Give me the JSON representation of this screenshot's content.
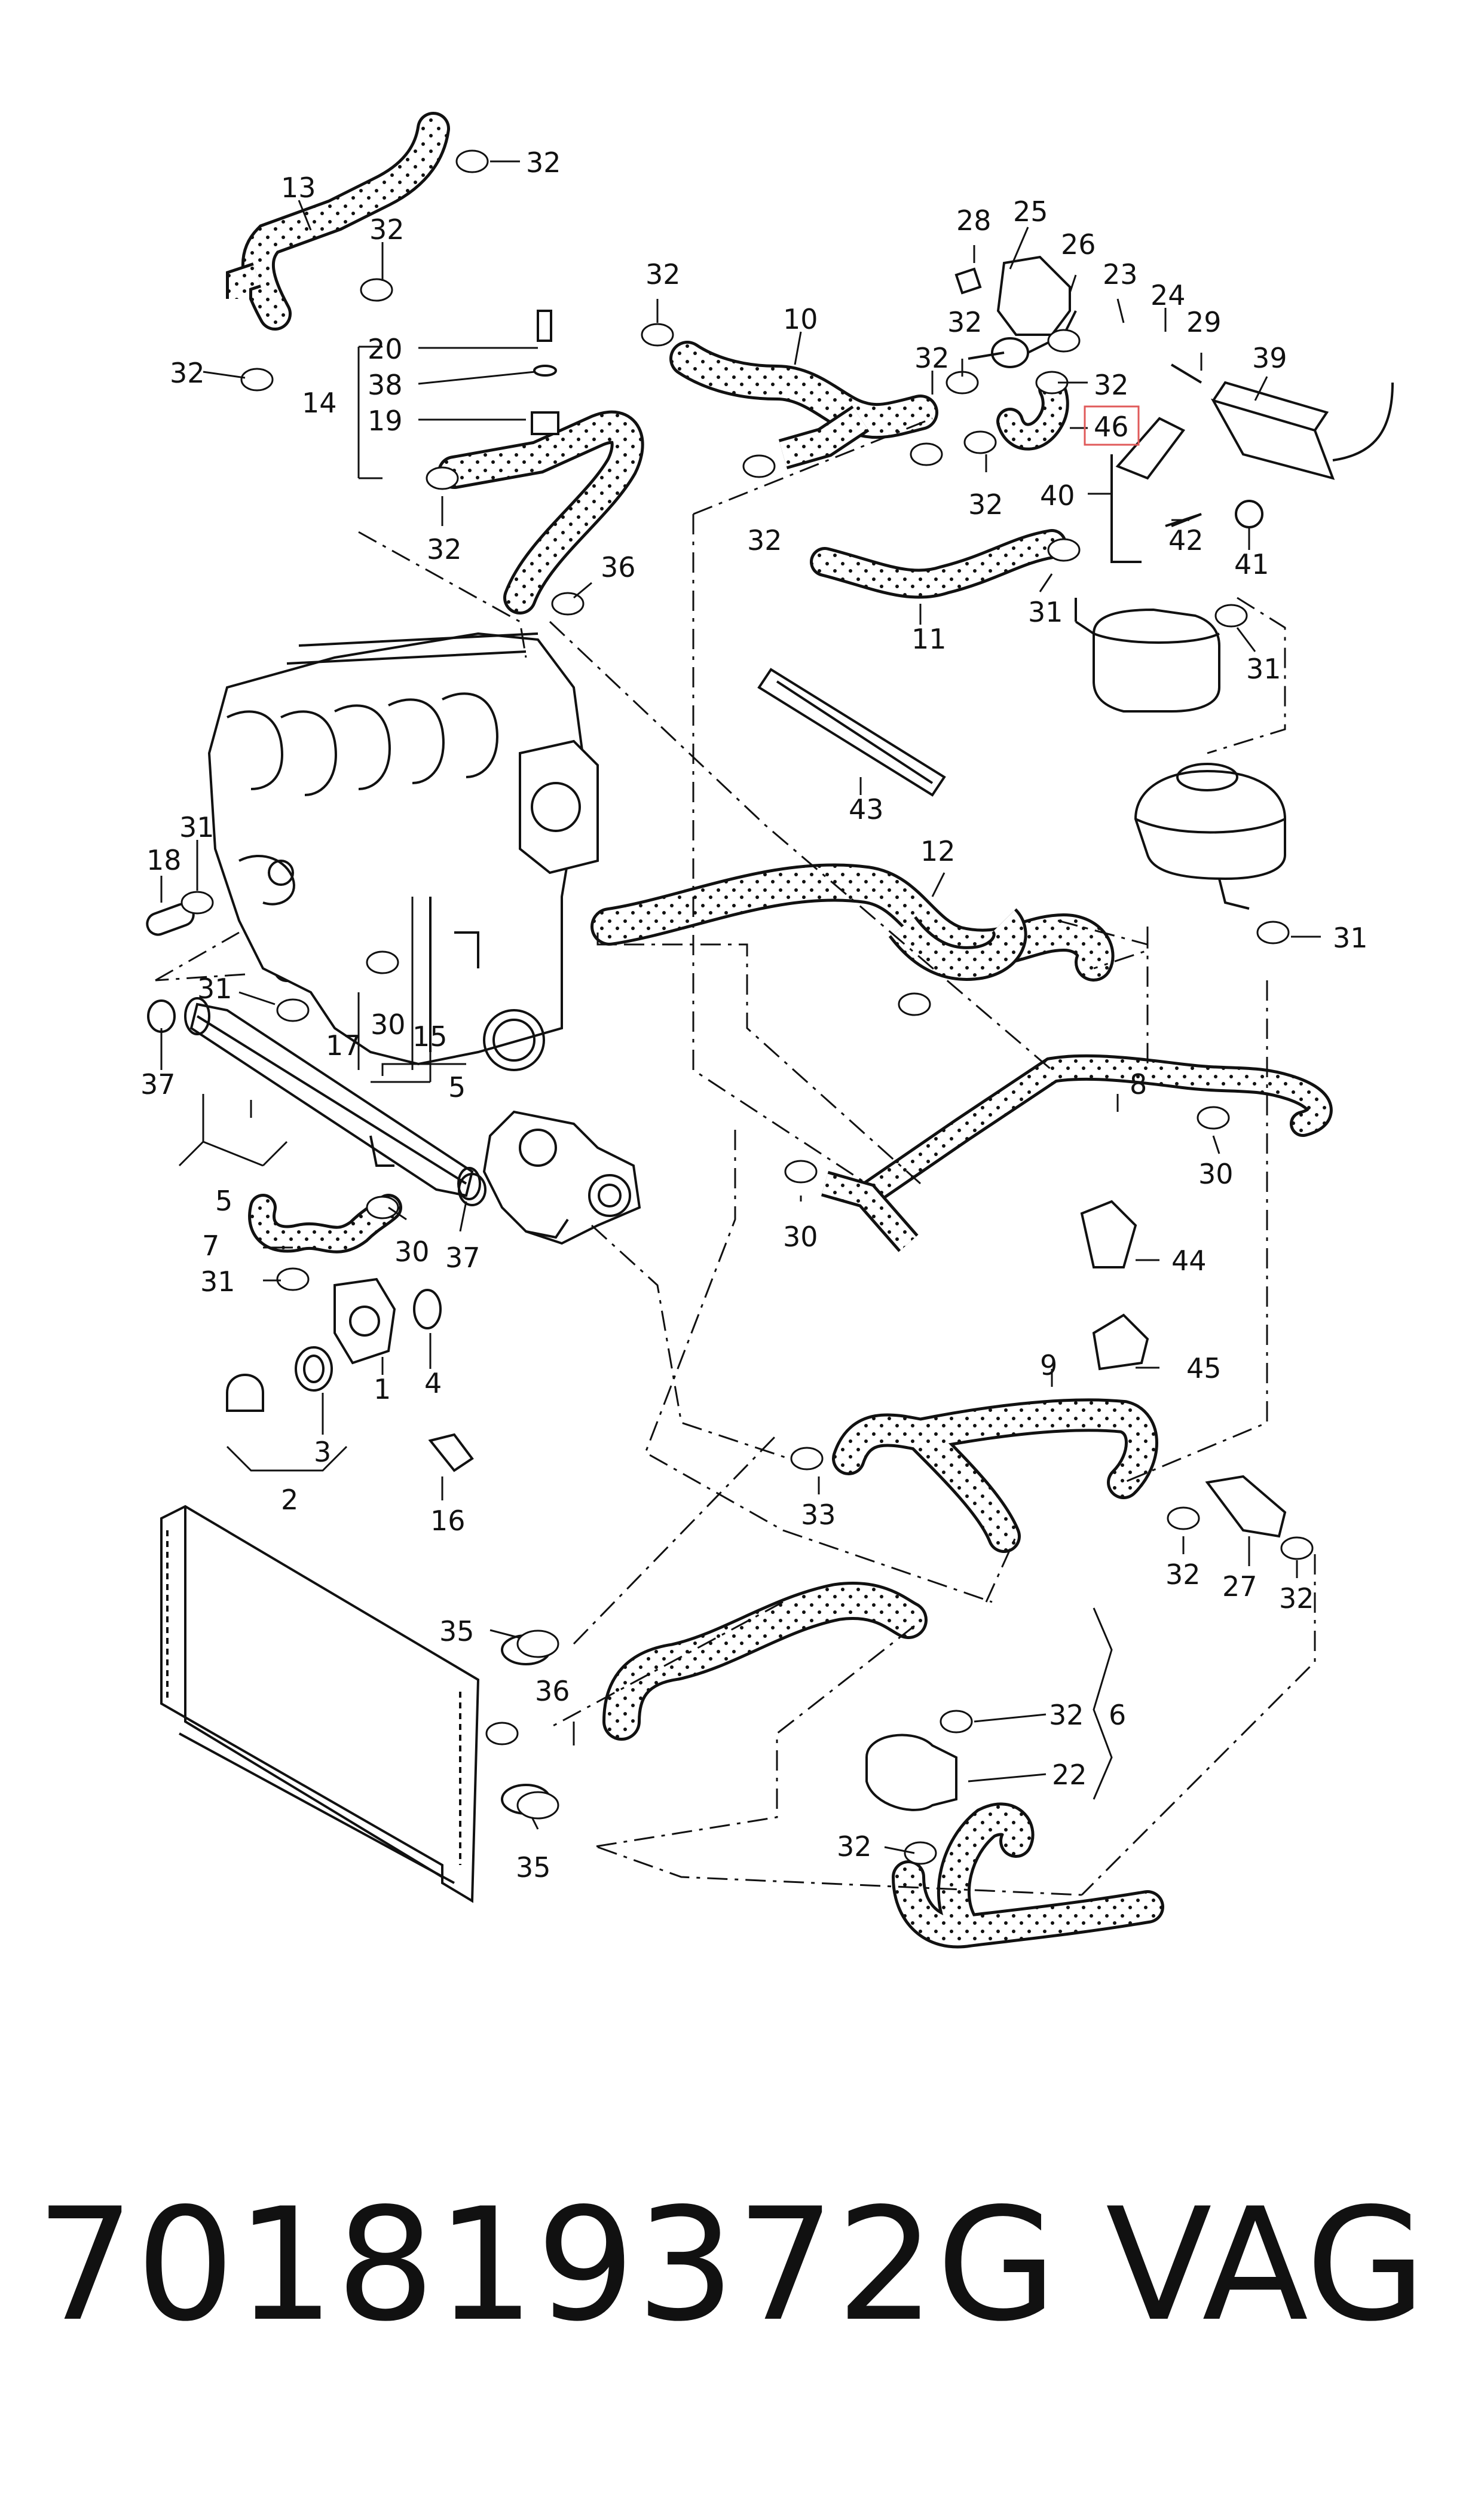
{
  "callouts": {
    "c13": "13",
    "c32a": "32",
    "c32b": "32",
    "c32c": "32",
    "c20": "20",
    "c38": "38",
    "c14": "14",
    "c19": "19",
    "c32d": "32",
    "c36a": "36",
    "c32e": "32",
    "c10": "10",
    "c32f": "32",
    "c32g": "32",
    "c28": "28",
    "c25": "25",
    "c26": "26",
    "c23": "23",
    "c24": "24",
    "c29": "29",
    "c39": "39",
    "c32h": "32",
    "c46": "46",
    "c32i": "32",
    "c40": "40",
    "c42": "42",
    "c41": "41",
    "c32j": "32",
    "c11": "11",
    "c31a": "31",
    "c31b": "31",
    "c43": "43",
    "c12": "12",
    "c31c": "31",
    "c18": "18",
    "c31d": "31",
    "c31e": "31",
    "c30a": "30",
    "c17": "17",
    "c15": "15",
    "c5a": "5",
    "c37a": "37",
    "c5b": "5",
    "c7": "7",
    "c30b": "30",
    "c37b": "37",
    "c31f": "31",
    "c1": "1",
    "c4": "4",
    "c3": "3",
    "c2": "2",
    "c16": "16",
    "c30c": "30",
    "c8": "8",
    "c30d": "30",
    "c44": "44",
    "c45": "45",
    "c9": "9",
    "c33": "33",
    "c32k": "32",
    "c27": "27",
    "c32l": "32",
    "c35a": "35",
    "c36b": "36",
    "c35b": "35",
    "c32m": "32",
    "c6": "6",
    "c22": "22",
    "c32n": "32"
  },
  "highlight_color": "#e05a5a",
  "footer": {
    "part_number": "701819372G",
    "brand": "VAG"
  }
}
